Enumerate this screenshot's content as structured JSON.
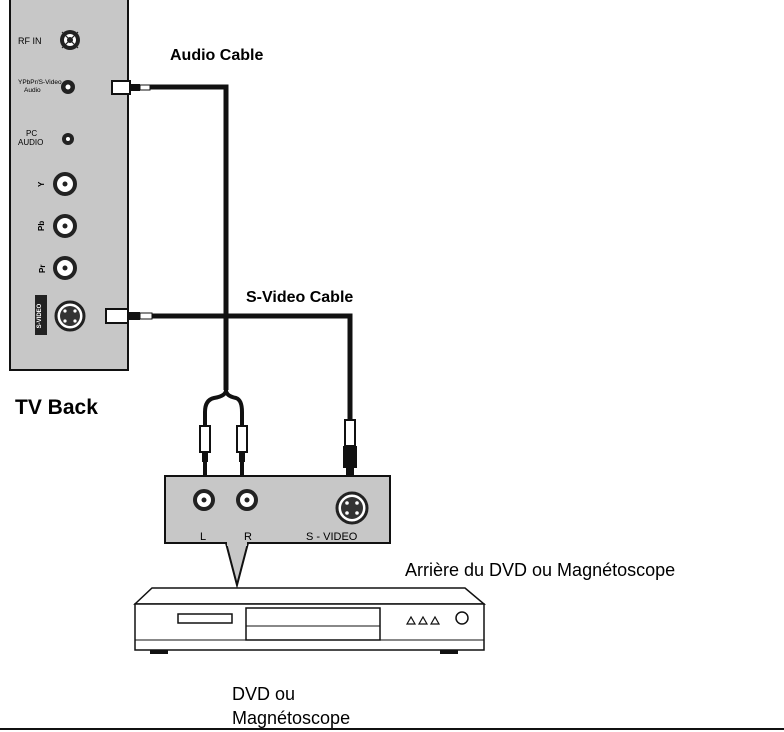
{
  "tv_panel": {
    "ports": {
      "rf_in": "RF IN",
      "ypbpr_audio_line1": "YPbPr/S-Video",
      "ypbpr_audio_line2": "Audio",
      "pc_audio_line1": "PC",
      "pc_audio_line2": "AUDIO",
      "y_mark": "Y",
      "pb_mark": "Pb",
      "pr_mark": "Pr",
      "svideo_side_label": "S-VIDEO"
    },
    "label": "TV Back"
  },
  "cables": {
    "audio": "Audio Cable",
    "svideo": "S-Video Cable"
  },
  "device_panel": {
    "port_l": "L",
    "port_r": "R",
    "port_svideo": "S - VIDEO",
    "caption": "Arrière du DVD ou Magnétoscope"
  },
  "device": {
    "caption_line1": "DVD ou",
    "caption_line2": "Magnétoscope"
  },
  "colors": {
    "panel_fill": "#c7c7c7",
    "line": "#111111",
    "background": "#ffffff"
  }
}
